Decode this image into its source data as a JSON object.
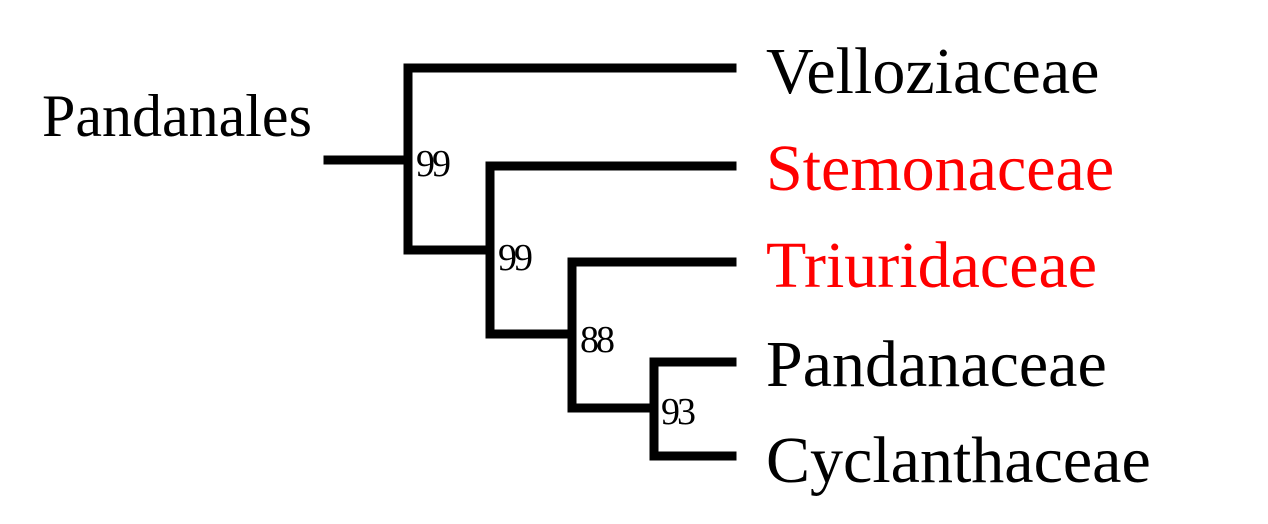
{
  "clade_label": "Pandanales",
  "taxa": [
    {
      "name": "Velloziaceae",
      "color": "#000000"
    },
    {
      "name": "Stemonaceae",
      "color": "#ff0000"
    },
    {
      "name": "Triuridaceae",
      "color": "#ff0000"
    },
    {
      "name": "Pandanaceae",
      "color": "#000000"
    },
    {
      "name": "Cyclanthaceae",
      "color": "#000000"
    }
  ],
  "support_values": [
    "99",
    "99",
    "88",
    "93"
  ]
}
